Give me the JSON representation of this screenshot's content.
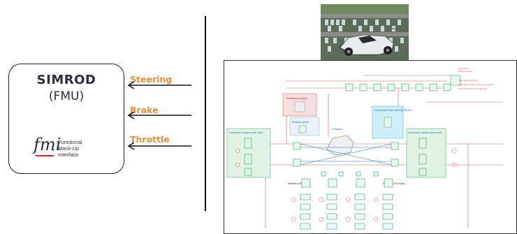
{
  "fmu": {
    "title": "SIMROD",
    "subtitle": "(FMU)",
    "logo": {
      "mark": "fmi",
      "line1": "Functional",
      "line2": "Mock-Up",
      "line3": "Interface"
    }
  },
  "inputs": [
    {
      "label": "Steering"
    },
    {
      "label": "Brake"
    },
    {
      "label": "Throttle"
    }
  ],
  "colors": {
    "signal_label": "#e8913a",
    "fmi_accent": "#c2262e",
    "diagram_line": "#d9534f",
    "diagram_box": "#3aa36b",
    "powertrain_fill": "#f6dde0",
    "steering_fill": "#cdeefa",
    "suspension_fill": "#dff2e4"
  },
  "diagram": {
    "powertrain": "Powertrain system",
    "braking": "Braking system",
    "chassis": "Chassis",
    "steering": "Mechanical Power Steering System",
    "susp_rear": "Suspension System (rear axle)",
    "susp_front": "Suspension System (front axle)",
    "wheels_rear": "Wheel/tire (Rear Axle)",
    "wheels_front": "Wheel/tire (Front Axle)"
  }
}
